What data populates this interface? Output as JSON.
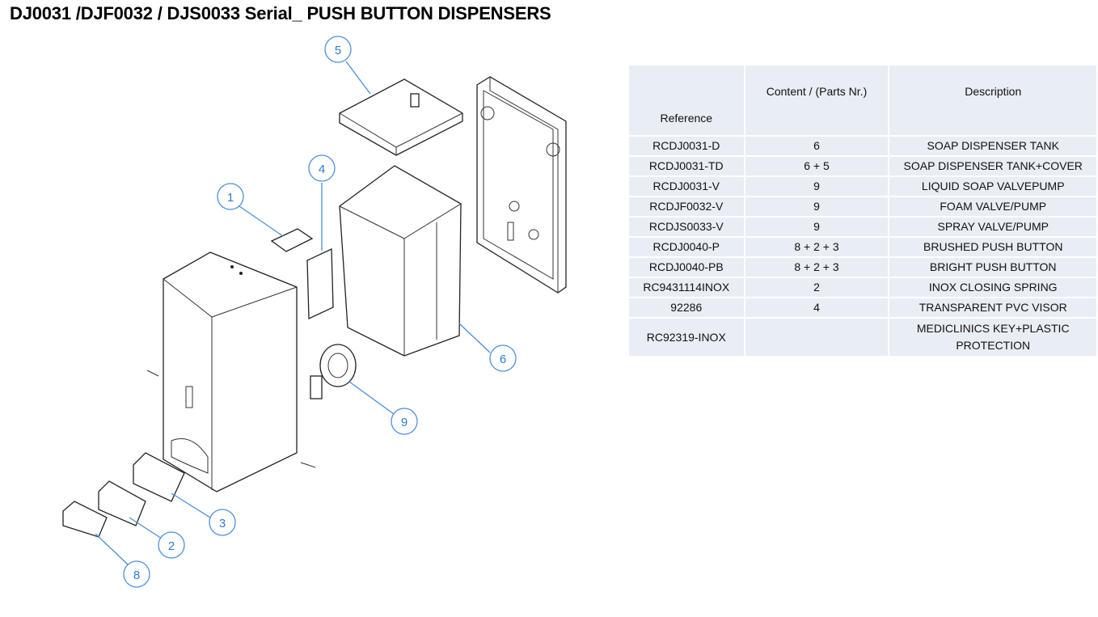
{
  "title": "DJ0031 /DJF0032 / DJS0033 Serial_ PUSH BUTTON DISPENSERS",
  "diagram": {
    "callouts": [
      "1",
      "2",
      "3",
      "4",
      "5",
      "6",
      "8",
      "9"
    ]
  },
  "table": {
    "headers": {
      "reference": "Reference",
      "content": "Content  / (Parts Nr.)",
      "description": "Description"
    },
    "rows": [
      {
        "reference": "RCDJ0031-D",
        "content": "6",
        "description": "SOAP DISPENSER TANK"
      },
      {
        "reference": "RCDJ0031-TD",
        "content": "6 + 5",
        "description": "SOAP DISPENSER TANK+COVER"
      },
      {
        "reference": "RCDJ0031-V",
        "content": "9",
        "description": "LIQUID SOAP VALVEPUMP"
      },
      {
        "reference": "RCDJF0032-V",
        "content": "9",
        "description": "FOAM VALVE/PUMP"
      },
      {
        "reference": "RCDJS0033-V",
        "content": "9",
        "description": "SPRAY VALVE/PUMP"
      },
      {
        "reference": "RCDJ0040-P",
        "content": "8 + 2 + 3",
        "description": "BRUSHED PUSH BUTTON"
      },
      {
        "reference": "RCDJ0040-PB",
        "content": "8 + 2 + 3",
        "description": "BRIGHT PUSH BUTTON"
      },
      {
        "reference": "RC9431114INOX",
        "content": "2",
        "description": "INOX CLOSING SPRING"
      },
      {
        "reference": "92286",
        "content": "4",
        "description": "TRANSPARENT PVC VISOR"
      },
      {
        "reference": "RC92319-INOX",
        "content": "",
        "description": "MEDICLINICS KEY+PLASTIC PROTECTION"
      }
    ]
  }
}
